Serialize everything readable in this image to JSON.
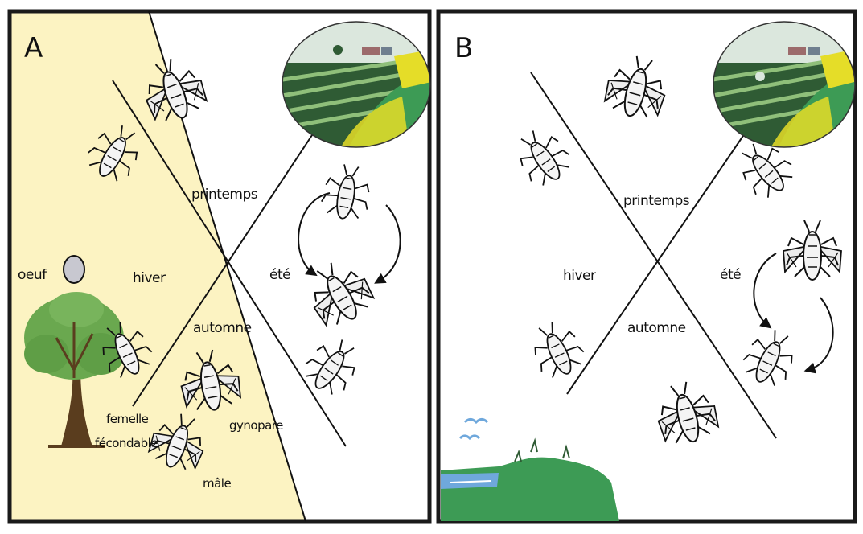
{
  "colors": {
    "season_winter_bg": "#fcf3c2",
    "frame": "#1a1a1a",
    "field_green": "#3d9b55",
    "field_dark": "#2f5b34",
    "field_yellow": "#e5dd28",
    "tree_green": "#6aa84f",
    "trunk": "#5a3d1e",
    "egg": "#c8c8d0",
    "water": "#6fa8dc",
    "grass": "#3d9b55"
  },
  "panel_a": {
    "letter": "A",
    "seasons": {
      "spring": "printemps",
      "summer": "été",
      "autumn": "automne",
      "winter": "hiver"
    },
    "labels": {
      "egg": "oeuf",
      "female_line1": "femelle",
      "female_line2": "fécondable",
      "gynopare": "gynopare",
      "male": "mâle"
    }
  },
  "panel_b": {
    "letter": "B",
    "seasons": {
      "spring": "printemps",
      "summer": "été",
      "autumn": "automne",
      "winter": "hiver"
    }
  },
  "icons": [
    "aphid-icon",
    "field-icon",
    "tree-icon",
    "egg-icon",
    "cycle-arrow-icon",
    "bird-icon",
    "coast-icon"
  ]
}
